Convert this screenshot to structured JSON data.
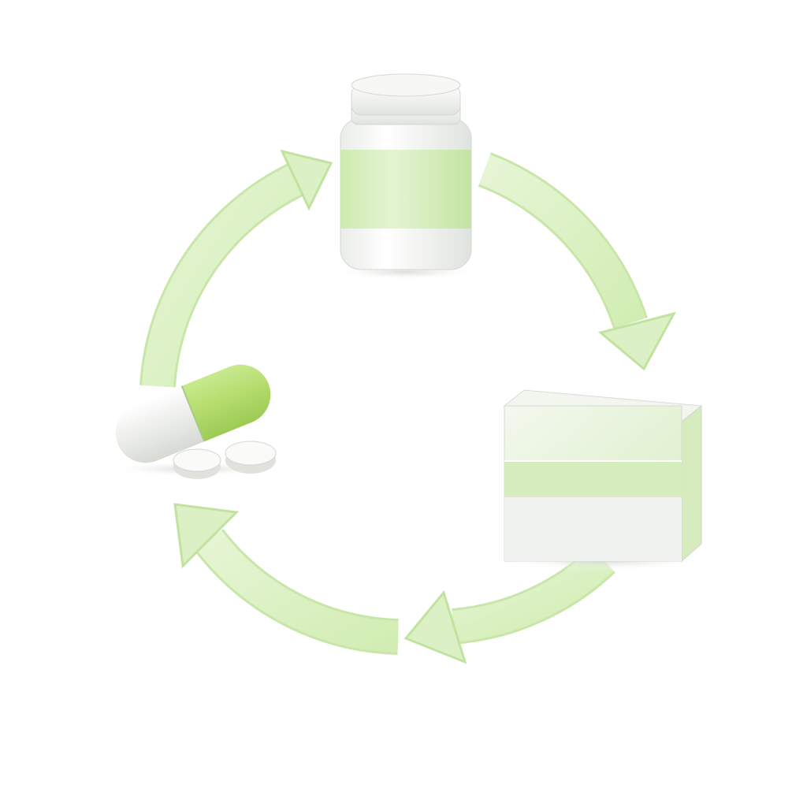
{
  "diagram": {
    "type": "cycle",
    "stages": [
      "medicine-bottle",
      "medicine-box",
      "pills"
    ],
    "direction": "clockwise"
  },
  "colors": {
    "accent": "#b9e08f",
    "accent_light": "#e3f3d0",
    "arrow_edge": "#c8e6a8",
    "white": "#f7f9f6",
    "shadow": "#d9ddd6"
  }
}
